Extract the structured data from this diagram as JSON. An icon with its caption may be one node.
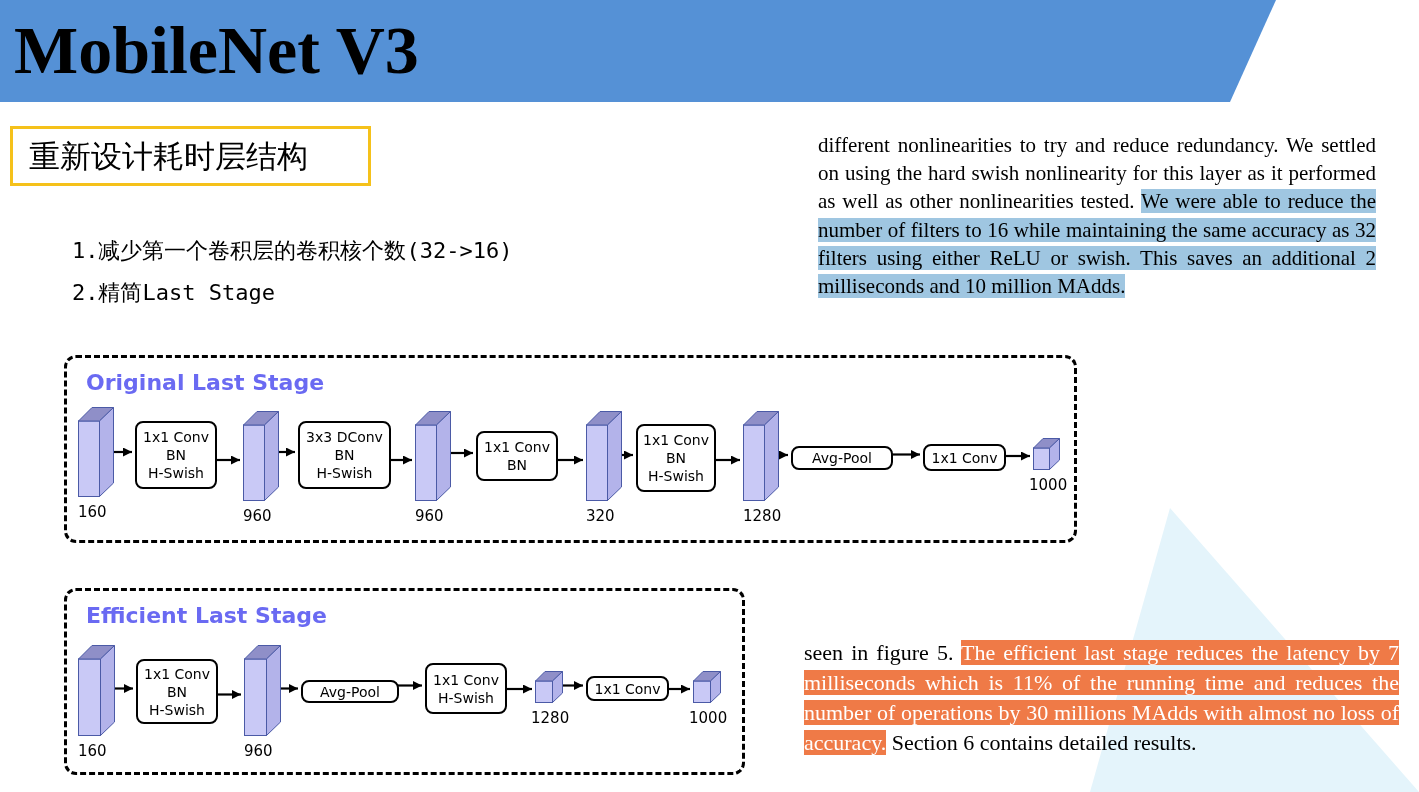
{
  "diagram": {
    "title": "MobileNet V3",
    "nodes": [
      {
        "text": [
          "重新设计耗时层结构"
        ]
      },
      {
        "text": [
          "Original Last Stage"
        ]
      },
      {
        "text": [],
        "shape": "box",
        "in": 1,
        "beside": [
          "160"
        ]
      },
      {
        "text": [
          "1x1 Conv",
          "BN",
          "H-Swish"
        ],
        "in": 1
      },
      {
        "text": [],
        "shape": "box",
        "in": 1,
        "beside": [
          "960"
        ]
      },
      {
        "text": [
          "3x3 DConv",
          "BN",
          "H-Swish"
        ],
        "in": 1
      },
      {
        "text": [],
        "shape": "box",
        "in": 1,
        "beside": [
          "960"
        ]
      },
      {
        "text": [
          "1x1 Conv",
          "BN"
        ],
        "in": 1
      },
      {
        "text": [],
        "shape": "box",
        "in": 1,
        "beside": [
          "320"
        ]
      },
      {
        "text": [
          "1x1 Conv",
          "BN",
          "H-Swish"
        ],
        "in": 1
      },
      {
        "text": [],
        "shape": "box",
        "in": 1,
        "beside": [
          "1280"
        ]
      },
      {
        "text": [
          "Avg-Pool"
        ],
        "in": 1
      },
      {
        "text": [
          "1x1 Conv"
        ],
        "in": 1
      },
      {
        "text": [],
        "shape": "cube",
        "in": 1,
        "beside": [
          "1000"
        ]
      },
      {
        "text": [
          "Efficient Last Stage"
        ]
      },
      {
        "text": [],
        "shape": "box",
        "in": 14,
        "beside": [
          "160"
        ]
      },
      {
        "text": [
          "1x1 Conv",
          "BN",
          "H-Swish"
        ],
        "in": 14
      },
      {
        "text": [],
        "shape": "box",
        "in": 14,
        "beside": [
          "960"
        ]
      },
      {
        "text": [
          "Avg-Pool"
        ],
        "in": 14
      },
      {
        "text": [
          "1x1 Conv",
          "H-Swish"
        ],
        "in": 14
      },
      {
        "text": [],
        "shape": "cube",
        "in": 14,
        "beside": [
          "1280"
        ]
      },
      {
        "text": [
          "1x1 Conv"
        ],
        "in": 14
      },
      {
        "text": [],
        "shape": "cube",
        "in": 14,
        "beside": [
          "1000"
        ]
      }
    ],
    "edges": [
      {
        "from": 2,
        "to": 3,
        "arrow": "to"
      },
      {
        "from": 3,
        "to": 4,
        "arrow": "to"
      },
      {
        "from": 4,
        "to": 5,
        "arrow": "to"
      },
      {
        "from": 5,
        "to": 6,
        "arrow": "to"
      },
      {
        "from": 6,
        "to": 7,
        "arrow": "to"
      },
      {
        "from": 7,
        "to": 8,
        "arrow": "to"
      },
      {
        "from": 8,
        "to": 9,
        "arrow": "to"
      },
      {
        "from": 9,
        "to": 10,
        "arrow": "to"
      },
      {
        "from": 10,
        "to": 11,
        "arrow": "to"
      },
      {
        "from": 11,
        "to": 12,
        "arrow": "to"
      },
      {
        "from": 12,
        "to": 13,
        "arrow": "to"
      },
      {
        "from": 15,
        "to": 16,
        "arrow": "to"
      },
      {
        "from": 16,
        "to": 17,
        "arrow": "to"
      },
      {
        "from": 17,
        "to": 18,
        "arrow": "to"
      },
      {
        "from": 18,
        "to": 19,
        "arrow": "to"
      },
      {
        "from": 19,
        "to": 20,
        "arrow": "to"
      },
      {
        "from": 20,
        "to": 21,
        "arrow": "to"
      },
      {
        "from": 21,
        "to": 22,
        "arrow": "to"
      }
    ],
    "labels": [
      "1.减少第一个卷积层的卷积核个数(32->16)",
      "2.精简Last Stage",
      "different nonlinearities to try and reduce redundancy. We settled on using the hard swish nonlinearity for this layer as it performed as well as other nonlinearities tested.",
      "We were able to reduce the number of filters to 16 while maintaining the same accuracy as 32 filters using either ReLU or swish. This saves an additional 2 milliseconds and 10 million MAdds.",
      "seen in figure 5.",
      "The efficient last stage reduces the latency by 7 milliseconds which is 11% of the running time and reduces the number of operations by 30 millions MAdds with almost no loss of accuracy.",
      "Section 6 contains detailed results."
    ]
  }
}
